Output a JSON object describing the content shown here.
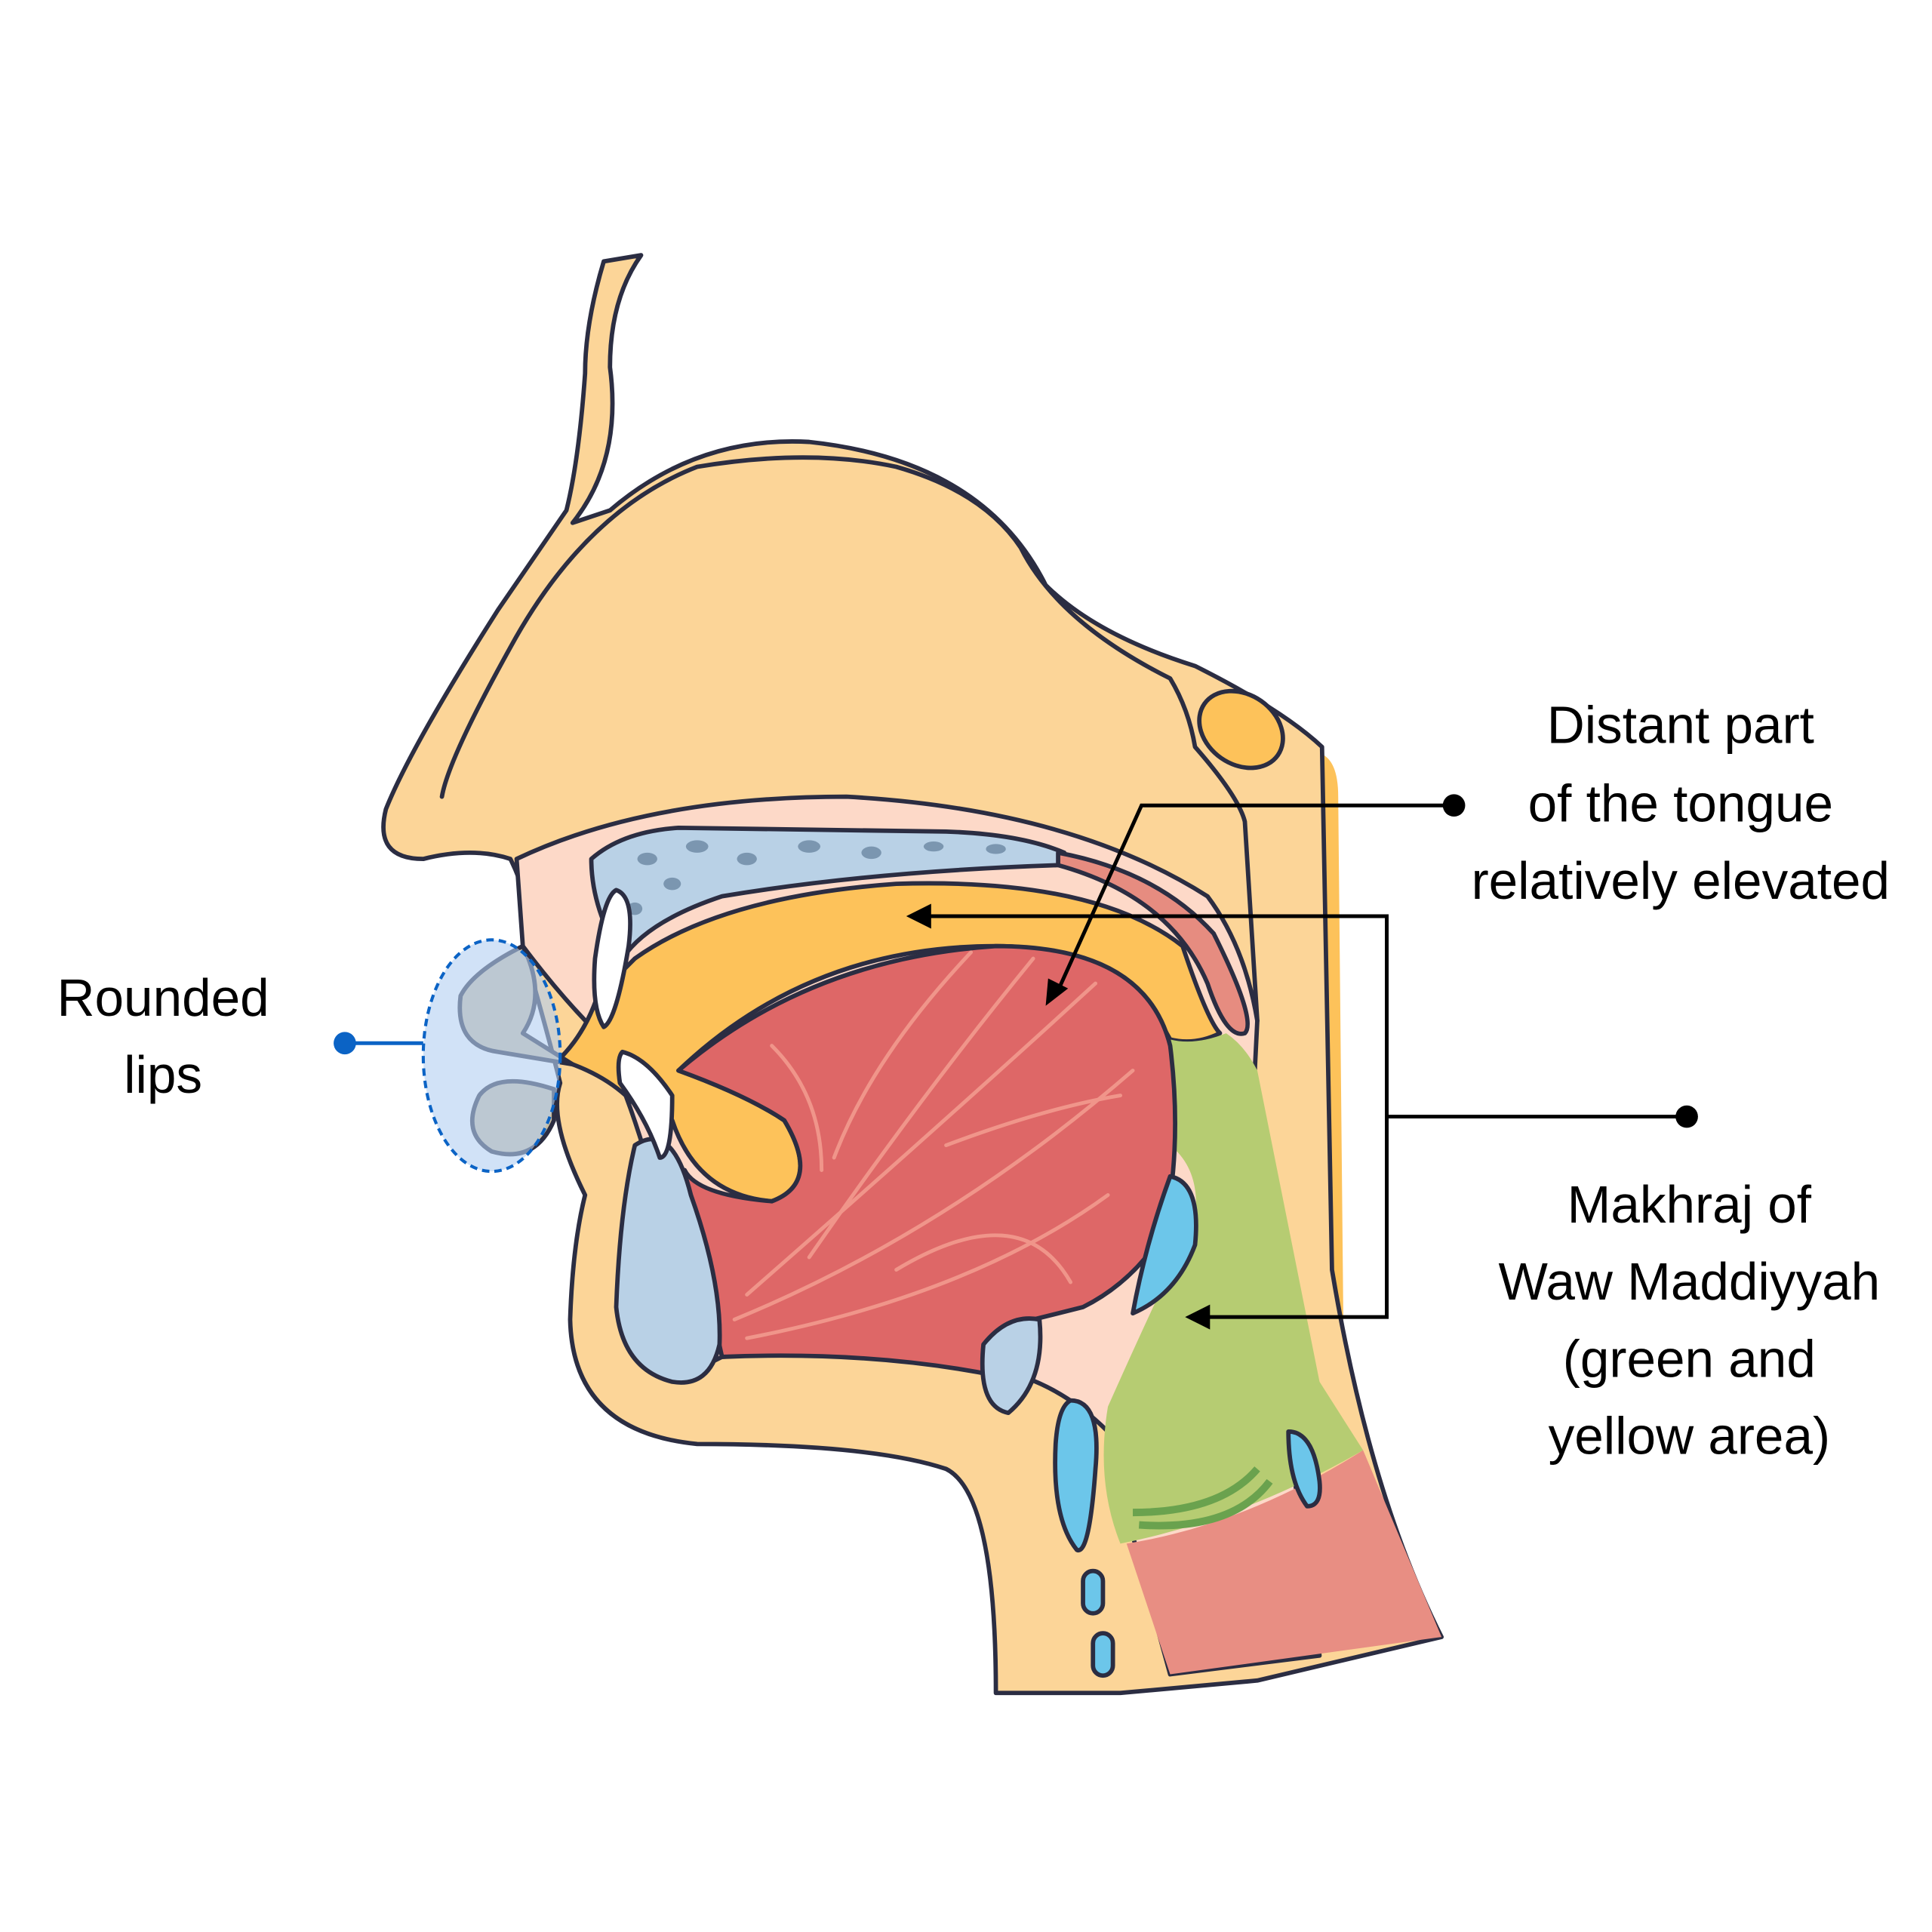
{
  "labels": {
    "lips": {
      "lines": [
        "Rounded",
        "lips"
      ]
    },
    "tongue": {
      "lines": [
        "Distant part",
        "of the tongue",
        "relatively elevated"
      ]
    },
    "makhraj": {
      "lines": [
        "Makhraj of",
        "Waw Maddiyyah",
        "(green and",
        "yellow area)"
      ]
    }
  },
  "colors": {
    "skin": "#fcd598",
    "mouth_cavity": "#fdc25a",
    "tongue": "#de6767",
    "pharynx_green": "#b6cc72",
    "mucosa": "#fdd9c8",
    "bone": "#b9d1e6",
    "lips_highlight": "#cfe0f7",
    "lips_marker": "#0b63c5",
    "outline": "#2b2d42"
  }
}
